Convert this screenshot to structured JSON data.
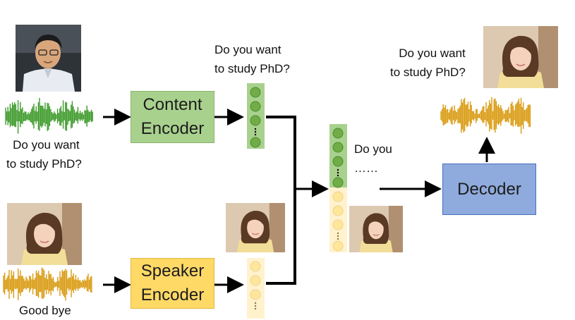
{
  "content_source": {
    "caption_line1": "Do you want",
    "caption_line2": "to study PhD?"
  },
  "speaker_source": {
    "caption": "Good bye"
  },
  "content_encoder": {
    "line1": "Content",
    "line2": "Encoder"
  },
  "speaker_encoder": {
    "line1": "Speaker",
    "line2": "Encoder"
  },
  "content_vector_caption": {
    "line1": "Do you want",
    "line2": "to study PhD?"
  },
  "combined": {
    "line1": "Do you",
    "line2": "……"
  },
  "decoder": {
    "label": "Decoder"
  },
  "output": {
    "caption_line1": "Do you want",
    "caption_line2": "to study PhD?"
  },
  "colors": {
    "content": "#70ad47",
    "speaker": "#ffe699",
    "decoder": "#8faadc",
    "waveform_green": "#3d9a2a",
    "waveform_gold": "#d99a10"
  }
}
